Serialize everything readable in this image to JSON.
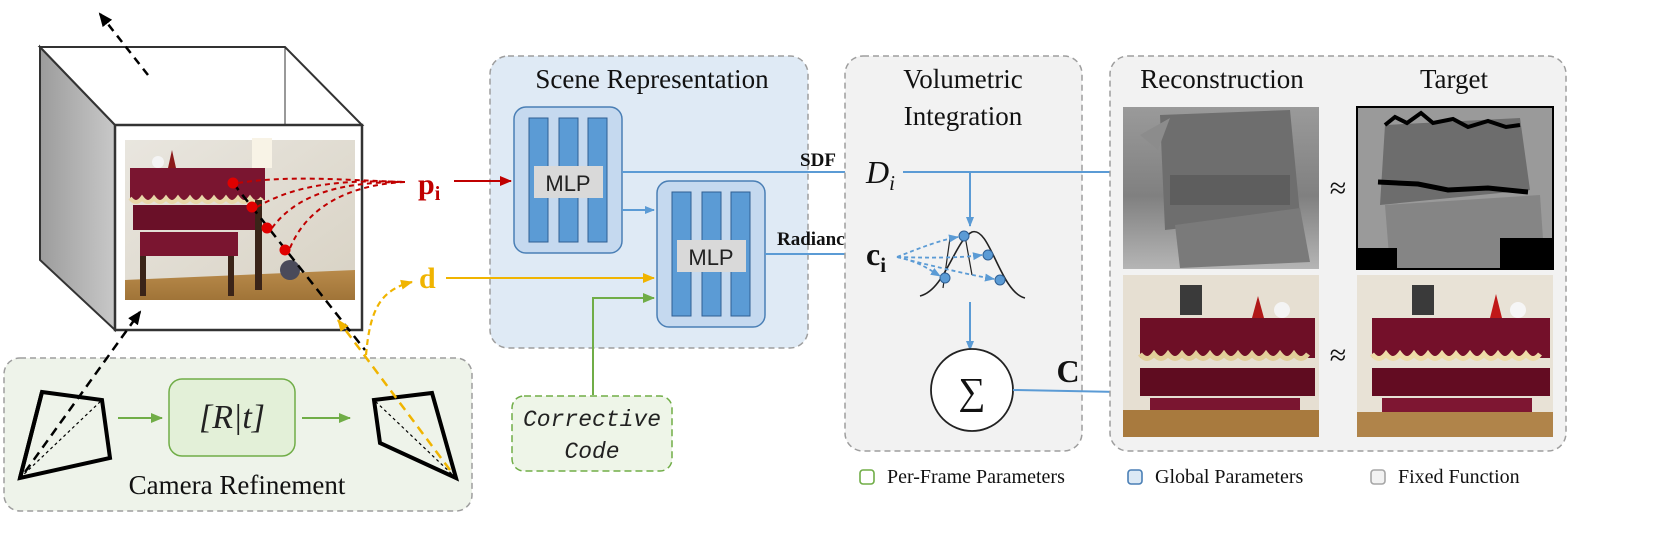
{
  "colors": {
    "mlp_fill": "#dce9f5",
    "mlp_stroke": "#4a7fb5",
    "mlp_bar": "#5b9bd5",
    "blue_arrow": "#5b9bd5",
    "red": "#c00000",
    "orange": "#f0b400",
    "green": "#70ad47",
    "panel_gray": "#f2f2f2",
    "scene_bg": "#dfeaf5",
    "camera_bg": "#eef3ea",
    "corrective_bg": "#eef5e8"
  },
  "labels": {
    "scene_representation": "Scene Representation",
    "volumetric_line1": "Volumetric",
    "volumetric_line2": "Integration",
    "reconstruction": "Reconstruction",
    "target": "Target",
    "mlp_top": "MLP",
    "mlp_bottom": "MLP",
    "sdf": "SDF",
    "radiance": "Radiance",
    "p_main": "p",
    "p_sub": "i",
    "d": "d",
    "D_main": "D",
    "D_sub": "i",
    "c_main": "c",
    "c_sub": "i",
    "C": "C",
    "sigma": "∑",
    "approx_top": "≈",
    "approx_bottom": "≈",
    "camera_refinement": "Camera Refinement",
    "rt": "[R|t]",
    "corrective_line1": "Corrective",
    "corrective_line2": "Code"
  },
  "legend": [
    {
      "label": "Per-Frame Parameters",
      "color": "#70ad47",
      "fill": "#ffffff"
    },
    {
      "label": "Global Parameters",
      "color": "#4a7fb5",
      "fill": "#dce9f5"
    },
    {
      "label": "Fixed Function",
      "color": "#a6a6a6",
      "fill": "#f2f2f2"
    }
  ]
}
